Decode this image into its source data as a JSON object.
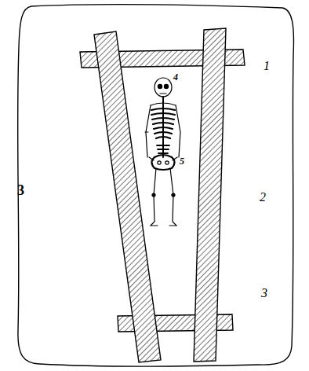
{
  "diagram": {
    "labels": [
      "1",
      "4",
      "5",
      "3",
      "2",
      "3"
    ]
  }
}
